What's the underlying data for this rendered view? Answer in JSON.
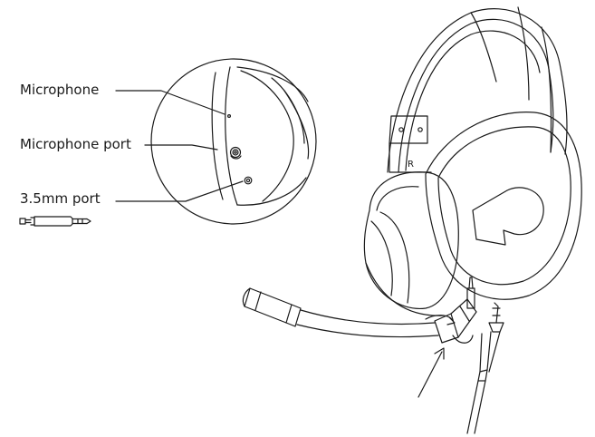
{
  "labels": {
    "microphone": "Microphone",
    "microphone_port": "Microphone port",
    "port_35mm": "3.5mm port"
  },
  "headphone_marks": {
    "right_side": "R"
  },
  "colors": {
    "line": "#1a1a1a",
    "background": "#ffffff"
  }
}
